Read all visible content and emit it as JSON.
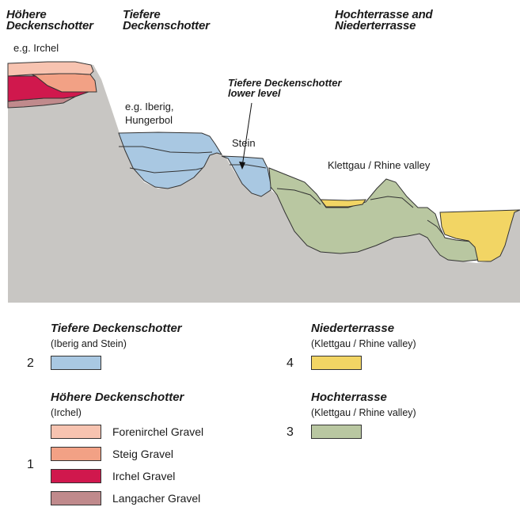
{
  "headers": {
    "hoehere": "Höhere\nDeckenschotter",
    "tiefere": "Tiefere\nDeckenschotter",
    "hochterrasse": "Hochterrasse and\nNiederterrasse"
  },
  "labels": {
    "irchel": "e.g. Irchel",
    "iberig": "e.g. Iberig,\nHungerbol",
    "tiefere_lower": "Tiefere Deckenschotter\nlower level",
    "stein": "Stein",
    "klettgau": "Klettgau / Rhine valley"
  },
  "colors": {
    "bedrock": "#c8c6c3",
    "blue": "#a9c8e2",
    "green": "#b9c7a1",
    "yellow": "#f2d564",
    "forenirchel": "#f7c3b0",
    "steig": "#f2a185",
    "irchel": "#d0184d",
    "langacher": "#c08a8c"
  },
  "legend": {
    "tiefere": {
      "number": "2",
      "title": "Tiefere Deckenschotter",
      "subtitle": "(Iberig and Stein)"
    },
    "niederterrasse": {
      "number": "4",
      "title": "Niederterrasse",
      "subtitle": "(Klettgau / Rhine valley)"
    },
    "hoehere": {
      "number": "1",
      "title": "Höhere Deckenschotter",
      "subtitle": "(Irchel)",
      "items": [
        "Forenirchel Gravel",
        "Steig Gravel",
        "Irchel Gravel",
        "Langacher Gravel"
      ]
    },
    "hochterrasse": {
      "number": "3",
      "title": "Hochterrasse",
      "subtitle": "(Klettgau / Rhine valley)"
    }
  }
}
